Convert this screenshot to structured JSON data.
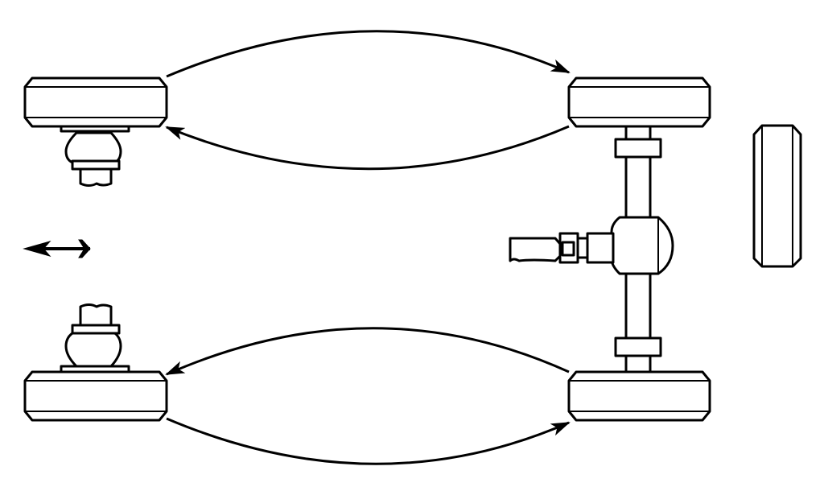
{
  "diagram": {
    "type": "tire-rotation-diagram",
    "colors": {
      "line": "#000000",
      "background": "#ffffff"
    },
    "tires": [
      {
        "id": "front-left",
        "icon": "tire"
      },
      {
        "id": "rear-left",
        "icon": "tire"
      },
      {
        "id": "front-right",
        "icon": "tire"
      },
      {
        "id": "rear-right",
        "icon": "tire"
      },
      {
        "id": "spare",
        "icon": "spare-tire"
      }
    ],
    "rotation_arrows": [
      {
        "from": "front-left",
        "to": "rear-left"
      },
      {
        "from": "rear-left",
        "to": "front-left"
      },
      {
        "from": "rear-right",
        "to": "front-right"
      },
      {
        "from": "front-right",
        "to": "rear-right"
      }
    ],
    "direction_arrow": {
      "icon": "forward-direction-arrow",
      "points": "left"
    },
    "components": [
      "front-left-steering-knuckle",
      "front-right-steering-knuckle",
      "rear-axle",
      "differential",
      "driveshaft"
    ]
  }
}
